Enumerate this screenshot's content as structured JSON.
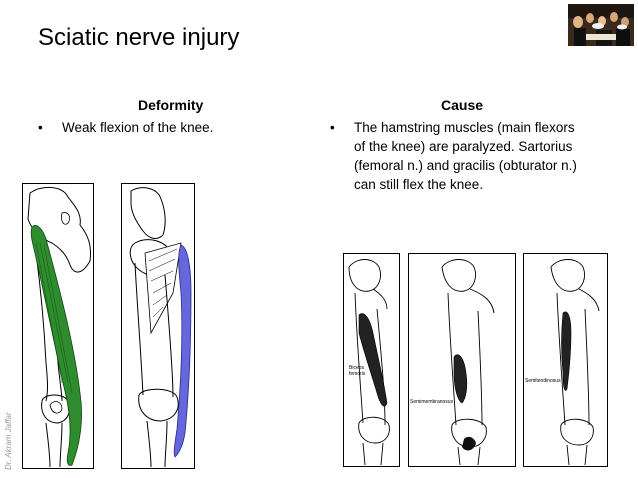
{
  "slide": {
    "title": "Sciatic nerve injury",
    "credit": "Dr. Akram Jaffar"
  },
  "deformity": {
    "heading": "Deformity",
    "bullet": "•",
    "text": "Weak flexion of the knee."
  },
  "cause": {
    "heading": "Cause",
    "bullet": "•",
    "lines": [
      "The hamstring muscles (main flexors",
      "of the knee) are paralyzed. Sartorius",
      "(femoral n.) and gracilis (obturator n.)",
      "can still flex the knee."
    ]
  },
  "figures": {
    "biceps_label_1": "Biceps",
    "biceps_label_2": "femoris",
    "semimembranosus_label": "Semimembranosus",
    "semitendinosus_label": "Semitendinosus",
    "sartorius_color": "#2e8b2e",
    "gracilis_color": "#6666dd"
  }
}
